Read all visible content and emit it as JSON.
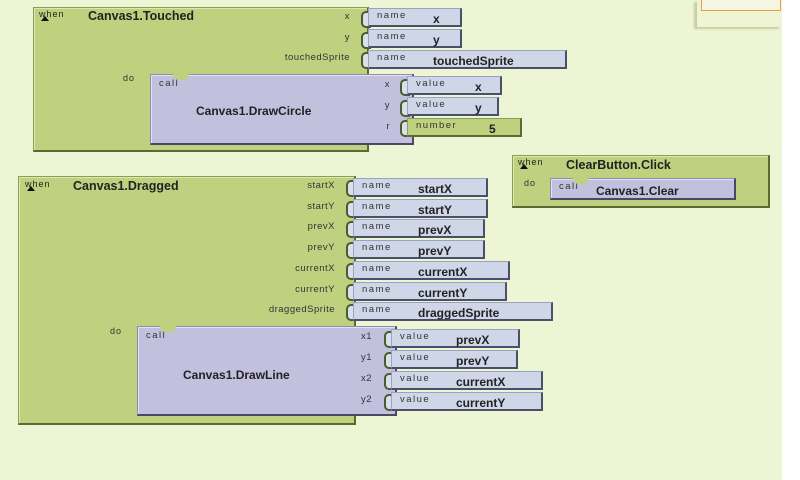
{
  "workspace": {
    "background": "#eef5d5",
    "event_color": "#bfd17f",
    "call_color": "#c2c0dc",
    "getter_color": "#cfd6e8",
    "corner_panel_border": "#f39a3a"
  },
  "touched": {
    "when": "when",
    "title": "Canvas1.Touched",
    "do": "do",
    "params": [
      {
        "label": "x",
        "kw": "name",
        "value": "x"
      },
      {
        "label": "y",
        "kw": "name",
        "value": "y"
      },
      {
        "label": "touchedSprite",
        "kw": "name",
        "value": "touchedSprite"
      }
    ],
    "call": {
      "kw": "call",
      "title": "Canvas1.DrawCircle",
      "args": [
        {
          "label": "x",
          "kw": "value",
          "value": "x",
          "type": "getter"
        },
        {
          "label": "y",
          "kw": "value",
          "value": "y",
          "type": "getter"
        },
        {
          "label": "r",
          "kw": "number",
          "value": "5",
          "type": "number"
        }
      ]
    }
  },
  "clear": {
    "when": "when",
    "title": "ClearButton.Click",
    "do": "do",
    "call": {
      "kw": "call",
      "title": "Canvas1.Clear"
    }
  },
  "dragged": {
    "when": "when",
    "title": "Canvas1.Dragged",
    "do": "do",
    "params": [
      {
        "label": "startX",
        "kw": "name",
        "value": "startX"
      },
      {
        "label": "startY",
        "kw": "name",
        "value": "startY"
      },
      {
        "label": "prevX",
        "kw": "name",
        "value": "prevX"
      },
      {
        "label": "prevY",
        "kw": "name",
        "value": "prevY"
      },
      {
        "label": "currentX",
        "kw": "name",
        "value": "currentX"
      },
      {
        "label": "currentY",
        "kw": "name",
        "value": "currentY"
      },
      {
        "label": "draggedSprite",
        "kw": "name",
        "value": "draggedSprite"
      }
    ],
    "call": {
      "kw": "call",
      "title": "Canvas1.DrawLine",
      "args": [
        {
          "label": "x1",
          "kw": "value",
          "value": "prevX"
        },
        {
          "label": "y1",
          "kw": "value",
          "value": "prevY"
        },
        {
          "label": "x2",
          "kw": "value",
          "value": "currentX"
        },
        {
          "label": "y2",
          "kw": "value",
          "value": "currentY"
        }
      ]
    }
  }
}
